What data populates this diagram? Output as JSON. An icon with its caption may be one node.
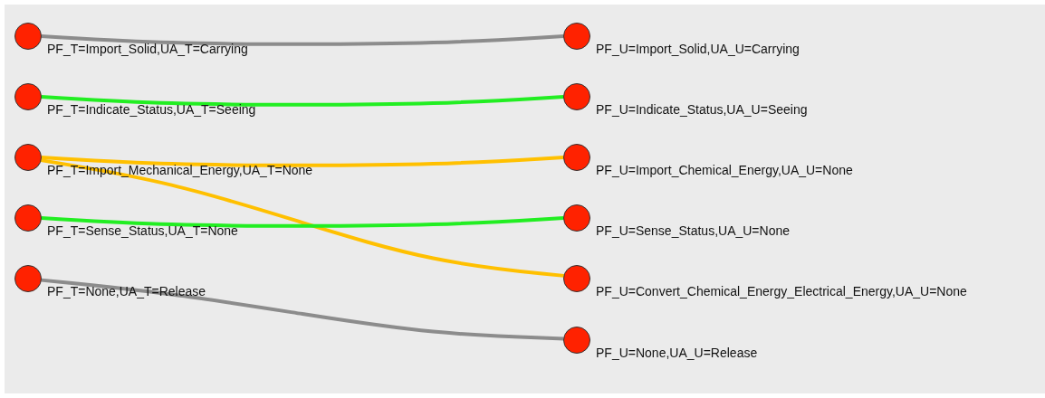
{
  "diagram": {
    "nodes": [
      {
        "text": [
          "PF_T=Import_Solid,UA_T=Carrying"
        ]
      },
      {
        "text": [
          "PF_T=Indicate_Status,UA_T=Seeing"
        ]
      },
      {
        "text": [
          "PF_T=Import_Mechanical_Energy,UA_T=None"
        ]
      },
      {
        "text": [
          "PF_T=Sense_Status,UA_T=None"
        ]
      },
      {
        "text": [
          "PF_T=None,UA_T=Release"
        ]
      },
      {
        "text": [
          "PF_U=Import_Solid,UA_U=Carrying"
        ]
      },
      {
        "text": [
          "PF_U=Indicate_Status,UA_U=Seeing"
        ]
      },
      {
        "text": [
          "PF_U=Import_Chemical_Energy,UA_U=None"
        ]
      },
      {
        "text": [
          "PF_U=Sense_Status,UA_U=None"
        ]
      },
      {
        "text": [
          "PF_U=Convert_Chemical_Energy_Electrical_Energy,UA_U=None"
        ]
      },
      {
        "text": [
          "PF_U=None,UA_U=Release"
        ]
      }
    ],
    "edges": [
      {
        "from": 0,
        "to": 5,
        "arrow": "none",
        "color": "#8c8c8c"
      },
      {
        "from": 1,
        "to": 6,
        "arrow": "none",
        "color": "#22ee22"
      },
      {
        "from": 2,
        "to": 7,
        "arrow": "none",
        "color": "#ffc000"
      },
      {
        "from": 2,
        "to": 9,
        "arrow": "none",
        "color": "#ffc000"
      },
      {
        "from": 3,
        "to": 8,
        "arrow": "none",
        "color": "#22ee22"
      },
      {
        "from": 4,
        "to": 10,
        "arrow": "none",
        "color": "#8c8c8c"
      }
    ]
  }
}
